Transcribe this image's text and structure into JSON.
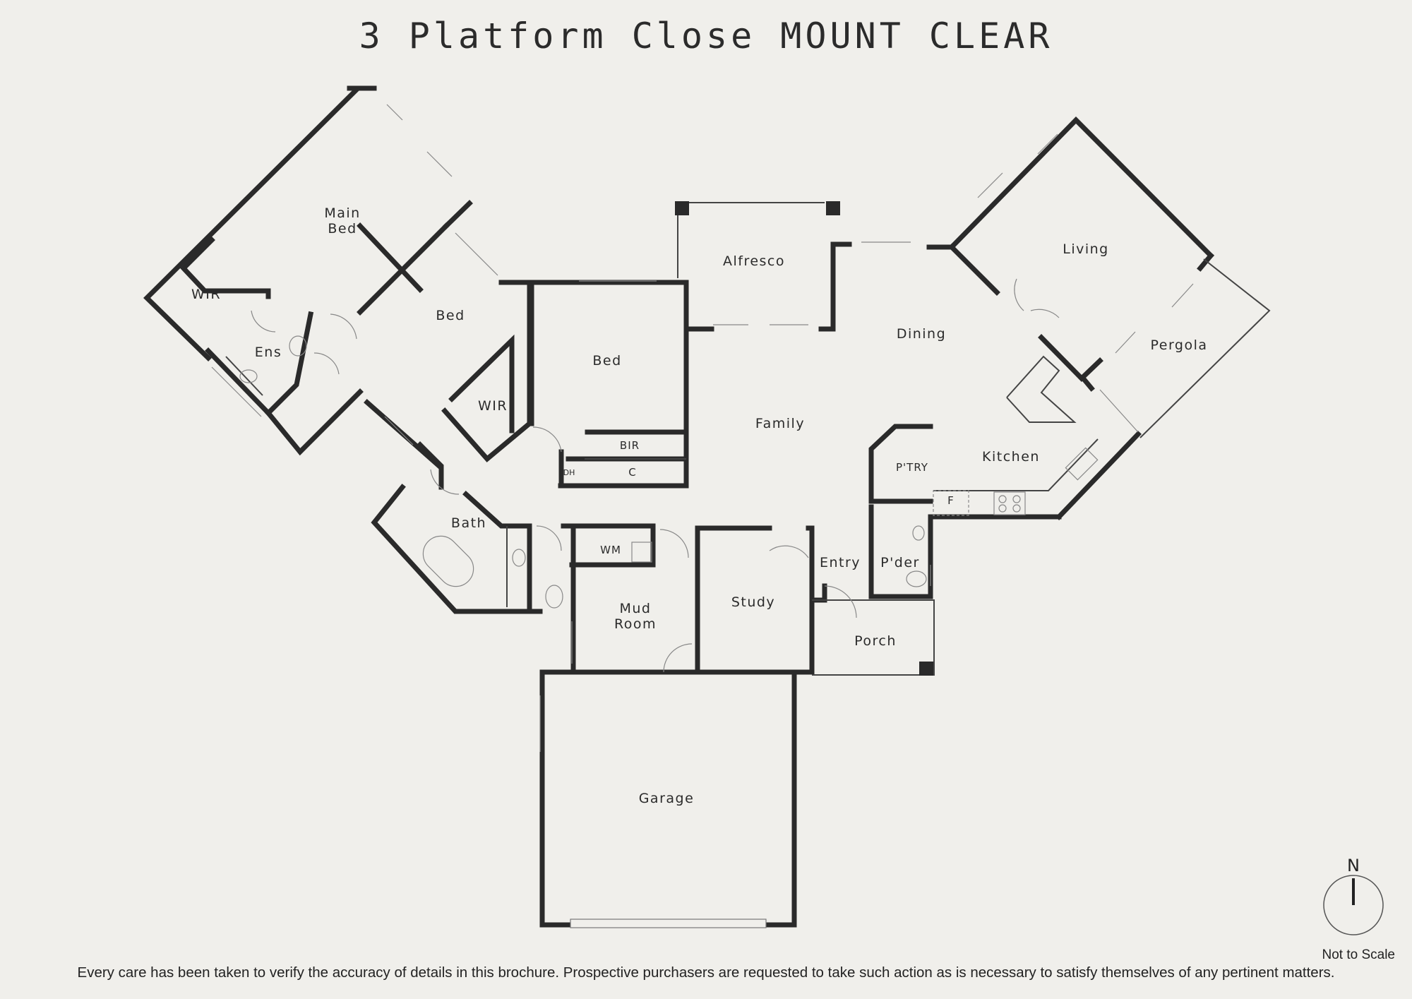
{
  "title": "3 Platform Close MOUNT CLEAR",
  "rooms": {
    "main_bed": [
      "Main",
      "Bed"
    ],
    "wir_1": "WIR",
    "ens": "Ens",
    "bed_1": "Bed",
    "wir_2": "WIR",
    "bed_2": "Bed",
    "bir": "BIR",
    "c": "C",
    "dh": "DH",
    "alfresco": "Alfresco",
    "dining": "Dining",
    "family": "Family",
    "living": "Living",
    "pergola": "Pergola",
    "kitchen": "Kitchen",
    "ptry": "P'TRY",
    "f": "F",
    "bath": "Bath",
    "wm": "WM",
    "mud_room": [
      "Mud",
      "Room"
    ],
    "study": "Study",
    "entry": "Entry",
    "pder": "P'der",
    "porch": "Porch",
    "garage": "Garage"
  },
  "north_label": "N",
  "scale_note": "Not to Scale",
  "disclaimer": "Every care has been taken to verify the accuracy of details in this brochure. Prospective purchasers are requested to take such action as is necessary to satisfy themselves of any pertinent matters."
}
